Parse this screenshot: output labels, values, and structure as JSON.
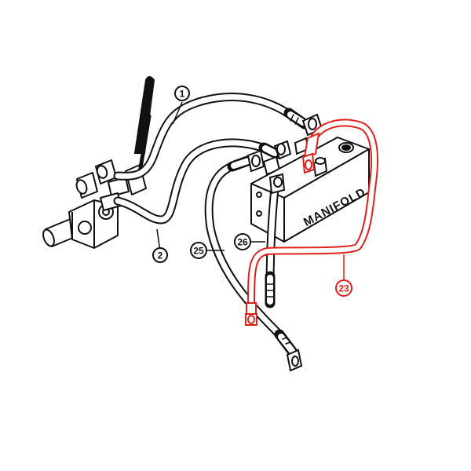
{
  "diagram": {
    "manifold_label": "MANIFOLD",
    "colors": {
      "line": "#111111",
      "highlight": "#e0201b",
      "background": "#ffffff"
    },
    "callouts": [
      {
        "id": "1",
        "text": "1",
        "color": "#111111"
      },
      {
        "id": "2",
        "text": "2",
        "color": "#111111"
      },
      {
        "id": "25",
        "text": "25",
        "color": "#111111"
      },
      {
        "id": "26",
        "text": "26",
        "color": "#111111"
      },
      {
        "id": "23",
        "text": "23",
        "color": "#e0201b"
      }
    ]
  }
}
